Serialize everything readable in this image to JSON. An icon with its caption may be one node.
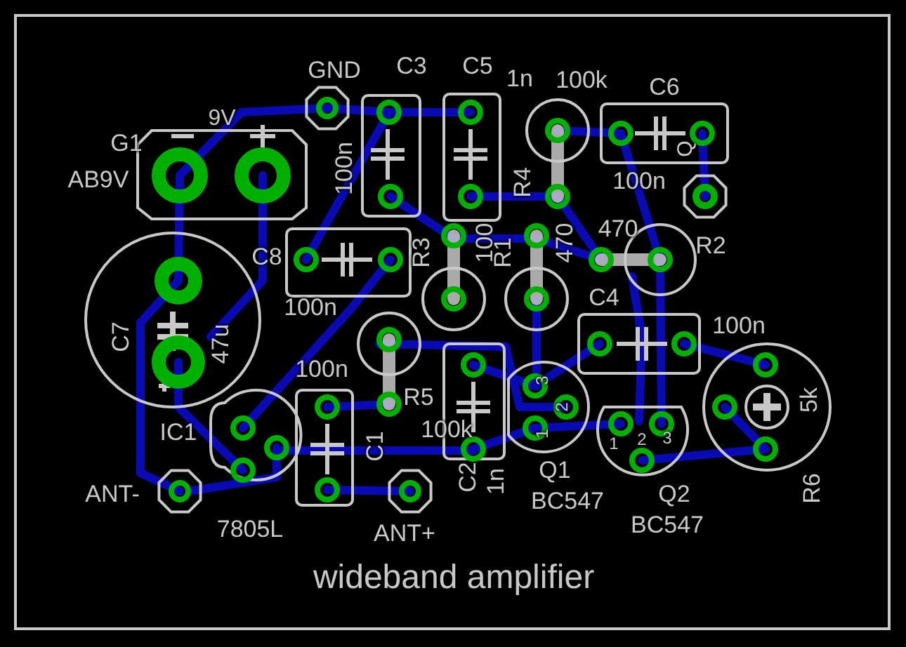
{
  "diagram": {
    "title": "wideband amplifier",
    "labels": [
      "GND",
      "C3",
      "C5",
      "1n",
      "100k",
      "C6",
      "G1",
      "9V",
      "AB9V",
      "100n",
      "R4",
      "100n",
      "Q",
      "470",
      "R2",
      "C8",
      "R3",
      "100",
      "R1",
      "470",
      "C4",
      "100n",
      "100n",
      "C7",
      "47u",
      "100n",
      "R5",
      "IC1",
      "C1",
      "100k",
      "C2",
      "1n",
      "5k",
      "R6",
      "ANT-",
      "7805L",
      "ANT+",
      "Q1",
      "BC547",
      "Q2",
      "BC547",
      "3",
      "2",
      "1",
      "1",
      "2",
      "3"
    ]
  }
}
